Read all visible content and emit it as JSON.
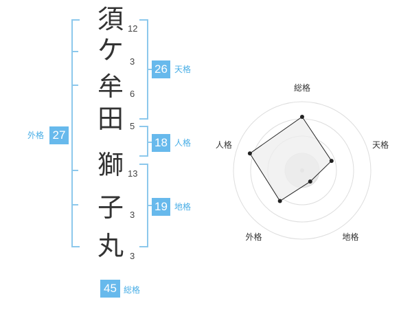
{
  "name_chars": [
    {
      "char": "須",
      "strokes": "12"
    },
    {
      "char": "ケ",
      "strokes": "3"
    },
    {
      "char": "牟",
      "strokes": "6"
    },
    {
      "char": "田",
      "strokes": "5"
    },
    {
      "char": "獅",
      "strokes": "13"
    },
    {
      "char": "子",
      "strokes": "3"
    },
    {
      "char": "丸",
      "strokes": "3"
    }
  ],
  "fortunes": {
    "tenkaku": {
      "value": "26",
      "label": "天格"
    },
    "jinkaku": {
      "value": "18",
      "label": "人格"
    },
    "chikaku": {
      "value": "19",
      "label": "地格"
    },
    "gaikaku": {
      "value": "27",
      "label": "外格"
    },
    "soukaku": {
      "value": "45",
      "label": "総格"
    }
  },
  "chart_data": {
    "type": "radar",
    "axes": [
      "総格",
      "天格",
      "地格",
      "外格",
      "人格"
    ],
    "values": [
      0.78,
      0.45,
      0.2,
      0.55,
      0.8
    ],
    "range": [
      0,
      1
    ],
    "rings": 4,
    "line_color": "#222222",
    "fill_color": "#eeeeee"
  },
  "colors": {
    "bracket": "#8cc8ec",
    "badge": "#67b9ec",
    "label": "#49aee6"
  }
}
